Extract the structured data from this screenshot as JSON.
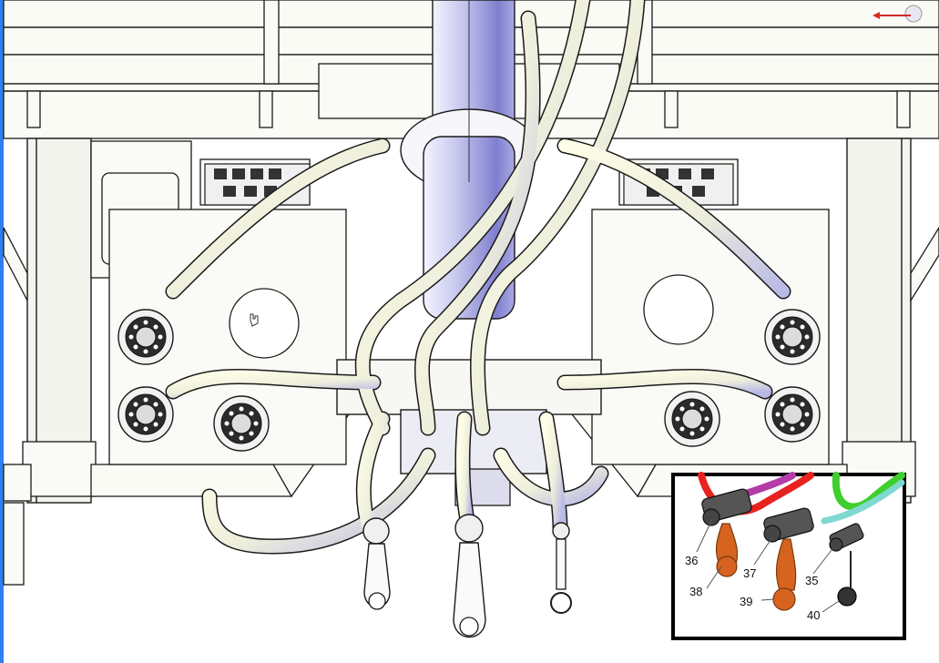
{
  "inset": {
    "callouts": [
      {
        "id": "c36",
        "label": "36"
      },
      {
        "id": "c37",
        "label": "37"
      },
      {
        "id": "c35",
        "label": "35"
      },
      {
        "id": "c38",
        "label": "38"
      },
      {
        "id": "c39",
        "label": "39"
      },
      {
        "id": "c40",
        "label": "40"
      }
    ]
  },
  "colors": {
    "hose_outline": "#1a1a1a",
    "hose_shade": "#b9b9e6",
    "hose_light": "#fdfde8",
    "cylinder": "#8f8fd6",
    "inset_red": "#e8231f",
    "inset_magenta": "#b43ca8",
    "inset_green": "#3fcf2c",
    "inset_cyan": "#7fd9d1",
    "inset_orange": "#d6631f",
    "inset_border": "#000000",
    "left_edge_blue": "#2f7ff0",
    "axis_red": "#d42a2a"
  },
  "icons": [
    "axis-triad-icon",
    "hand-cursor-icon"
  ]
}
